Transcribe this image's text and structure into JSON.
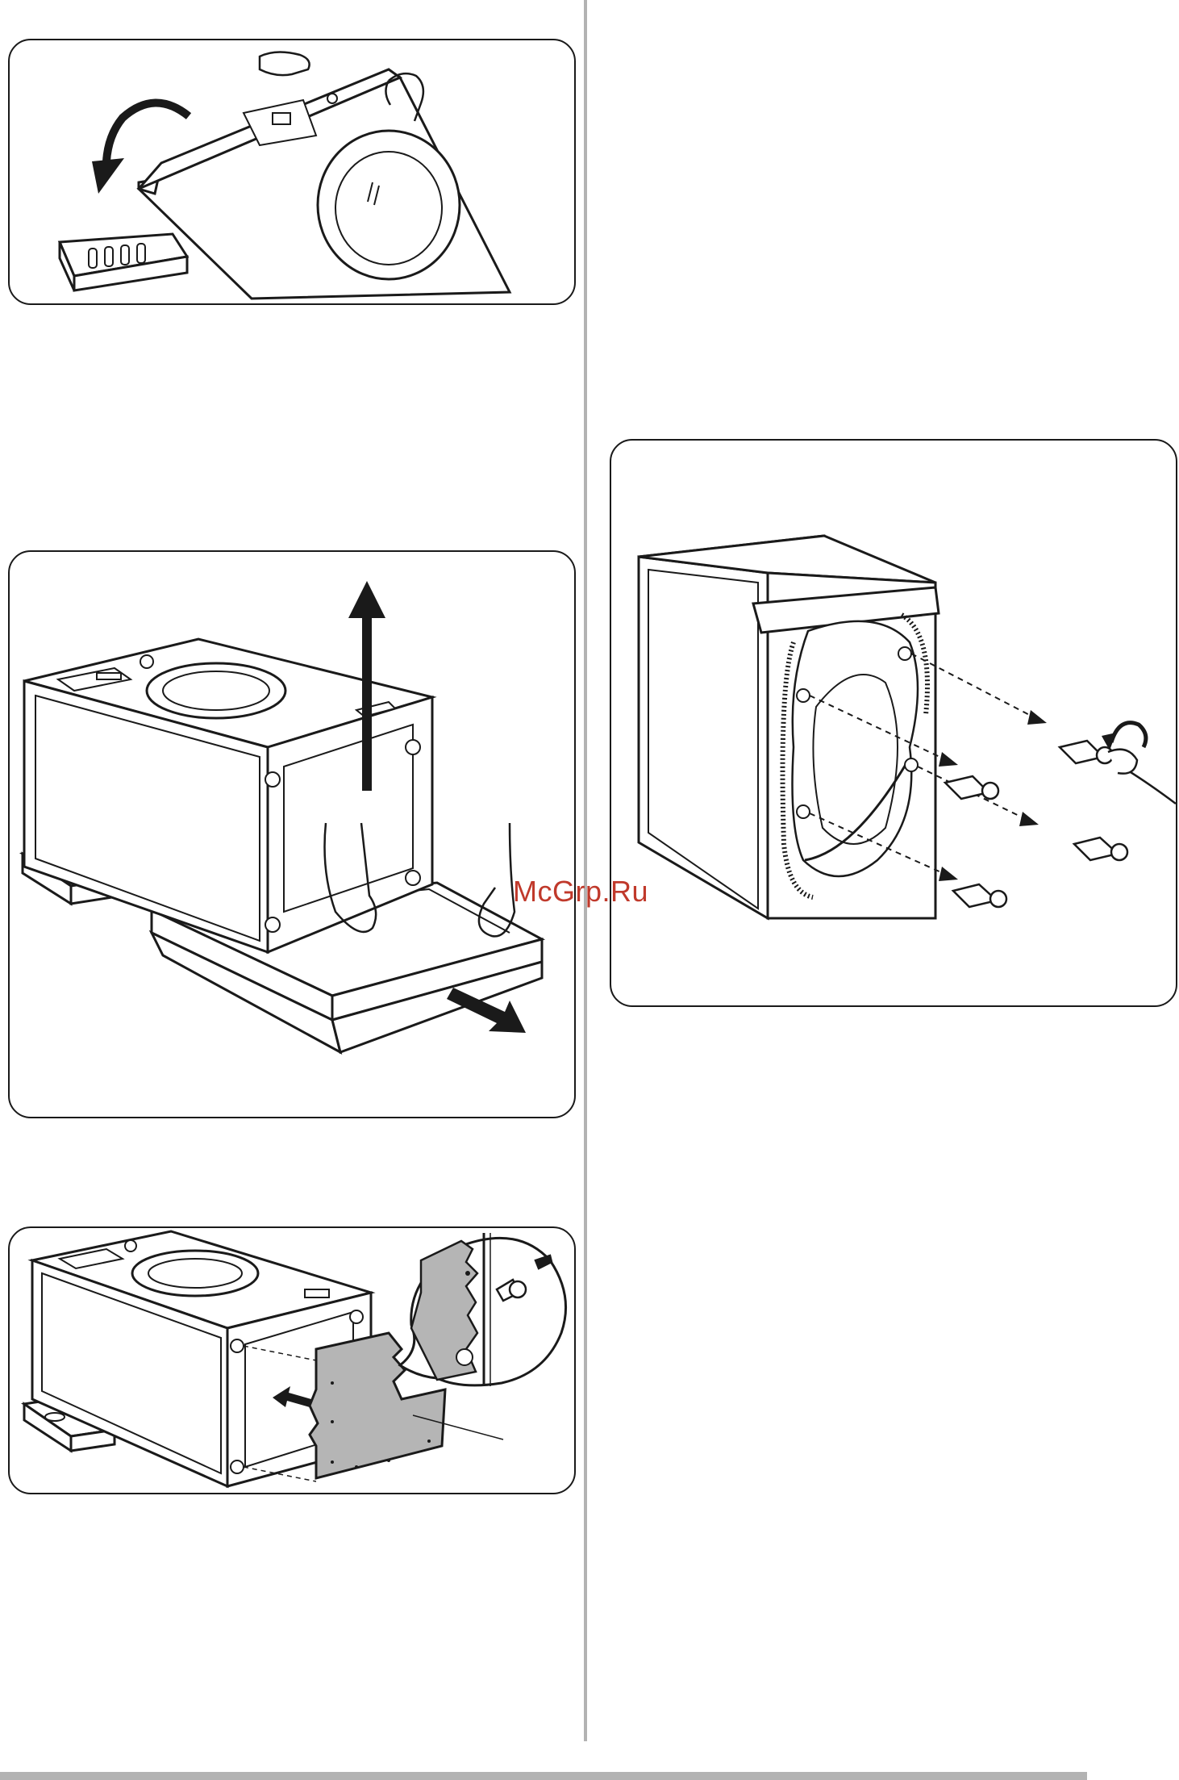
{
  "watermark": {
    "text": "McGrp.Ru",
    "color": "#c0392b"
  },
  "colors": {
    "line": "#1a1a1a",
    "panel_fill": "#b5b5b5",
    "divider": "#b3b3b3"
  },
  "figures": [
    {
      "name": "tilt-machine-remove-base",
      "icons": [
        "curved-arrow-icon",
        "hand-icon"
      ]
    },
    {
      "name": "lift-machine-slide-out-base",
      "icons": [
        "up-arrow-icon",
        "diagonal-arrow-icon",
        "hand-icon"
      ]
    },
    {
      "name": "insert-protection-panel",
      "icons": [
        "left-arrow-icon",
        "plug-icon",
        "magnifier-callout"
      ]
    },
    {
      "name": "remove-transit-bolts",
      "icons": [
        "spanner-icon",
        "bolt-icon",
        "curved-arrow-icon"
      ]
    }
  ]
}
